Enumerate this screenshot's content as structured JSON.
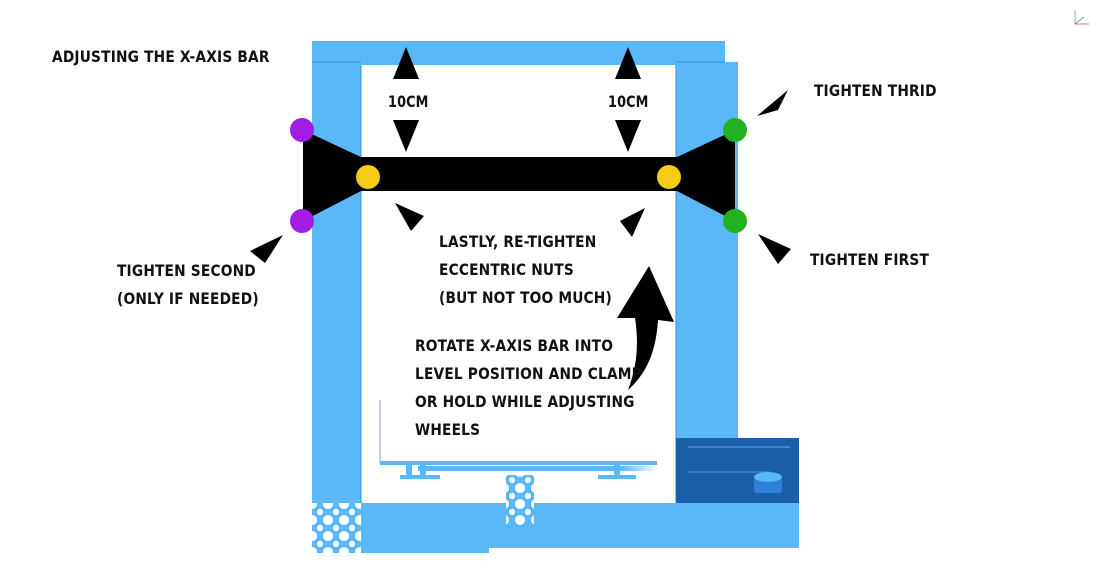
{
  "title": "Adjusting the X-axis bar",
  "dimensions": {
    "left": "10CM",
    "right": "10CM"
  },
  "steps": {
    "first": "Tighten first",
    "second": [
      "Tighten second",
      "(only if needed)"
    ],
    "third": "Tighten thrid",
    "last": [
      "Lastly, re-tighten",
      "eccentric nuts",
      "(but not too much)"
    ]
  },
  "rotate_instruction": [
    "Rotate X-axis bar into",
    "level position and clamp",
    "or hold while adjusting",
    "wheels"
  ],
  "colors": {
    "frame": "#5bb8f8",
    "frame_dark": "#1b5fa8",
    "bar": "#000000",
    "dot_first_third": "#22b11f",
    "dot_second": "#a21ce6",
    "dot_eccentric": "#f4cb16",
    "panel": "#ffffff"
  }
}
